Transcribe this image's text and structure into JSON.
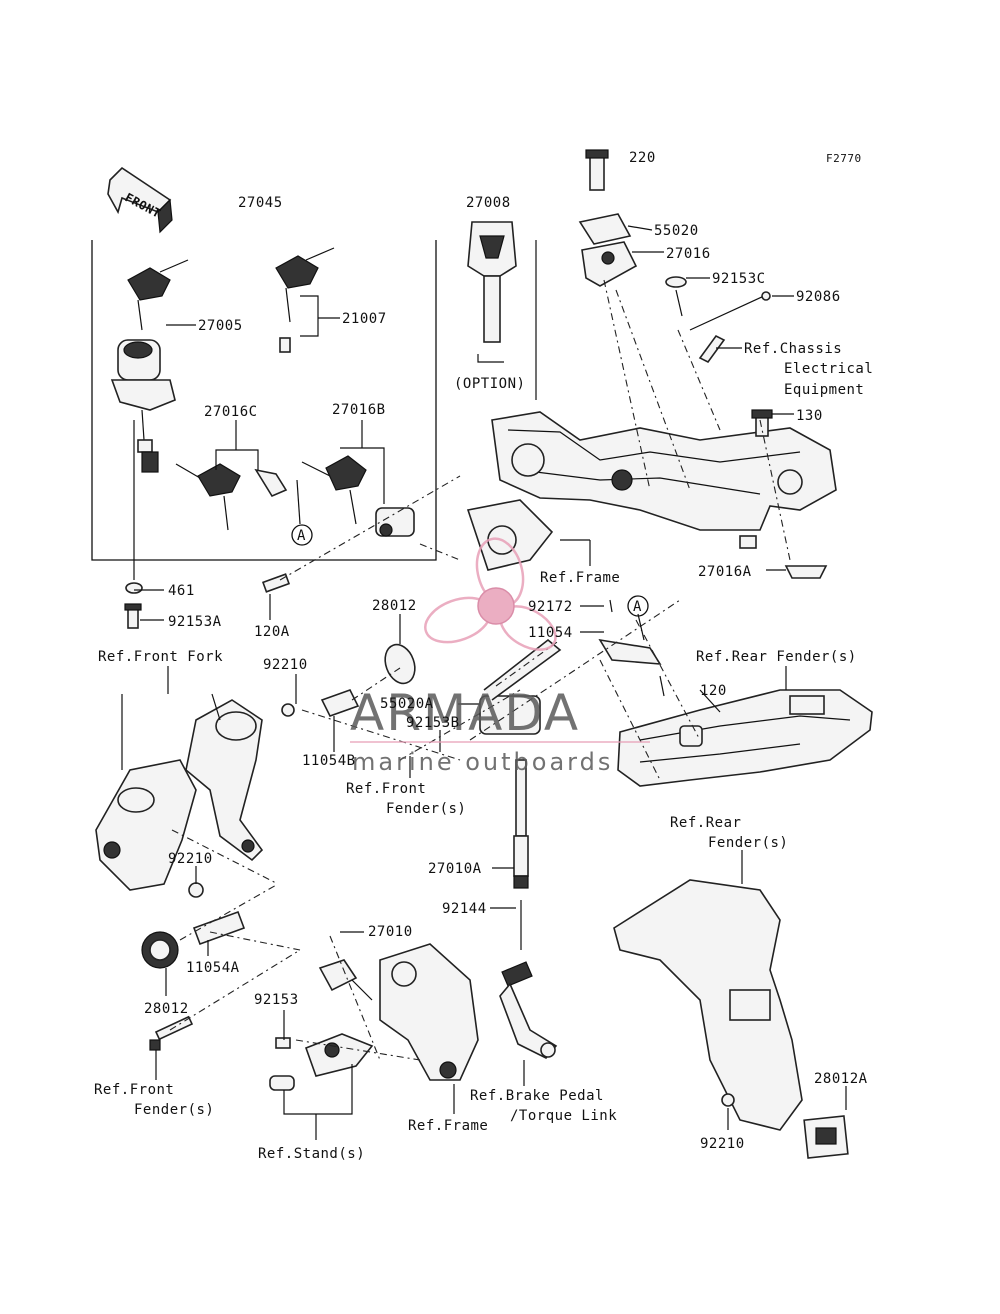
{
  "figure_code": "F2770",
  "front_marker": "FRONT",
  "watermark": {
    "brand": "ARMADA",
    "tagline": "marine outboards",
    "accent_color": "#e8a0b8"
  },
  "callouts": {
    "c220": "220",
    "c55020": "55020",
    "c27016": "27016",
    "c92153C": "92153C",
    "c92086": "92086",
    "ref_chassis_1": "Ref.Chassis",
    "ref_chassis_2": "Electrical",
    "ref_chassis_3": "Equipment",
    "c130": "130",
    "c27045": "27045",
    "c27008": "27008",
    "option": "(OPTION)",
    "c27005": "27005",
    "c21007": "21007",
    "c27016C": "27016C",
    "c27016B": "27016B",
    "circleA1": "A",
    "c461": "461",
    "c92153A": "92153A",
    "c120A": "120A",
    "ref_frame_top": "Ref.Frame",
    "c27016A": "27016A",
    "c28012_top": "28012",
    "c92172": "92172",
    "circleA2": "A",
    "c11054": "11054",
    "ref_rear_fender_top": "Ref.Rear Fender(s)",
    "ref_front_fork": "Ref.Front Fork",
    "c92210_top": "92210",
    "c55020A": "55020A",
    "c92153B": "92153B",
    "c120": "120",
    "c11054B": "11054B",
    "ref_front_fender_mid_1": "Ref.Front",
    "ref_front_fender_mid_2": "Fender(s)",
    "ref_rear_1": "Ref.Rear",
    "ref_rear_2": "Fender(s)",
    "c27010A": "27010A",
    "c92210_mid": "92210",
    "c92144": "92144",
    "c11054A": "11054A",
    "c28012_bottom": "28012",
    "c27010": "27010",
    "c92153": "92153",
    "ref_front_fender_bot_1": "Ref.Front",
    "ref_front_fender_bot_2": "Fender(s)",
    "ref_brake_1": "Ref.Brake Pedal",
    "ref_brake_2": "/Torque Link",
    "ref_frame_bottom": "Ref.Frame",
    "c28012A": "28012A",
    "c92210_bottom": "92210",
    "ref_stand": "Ref.Stand(s)"
  }
}
